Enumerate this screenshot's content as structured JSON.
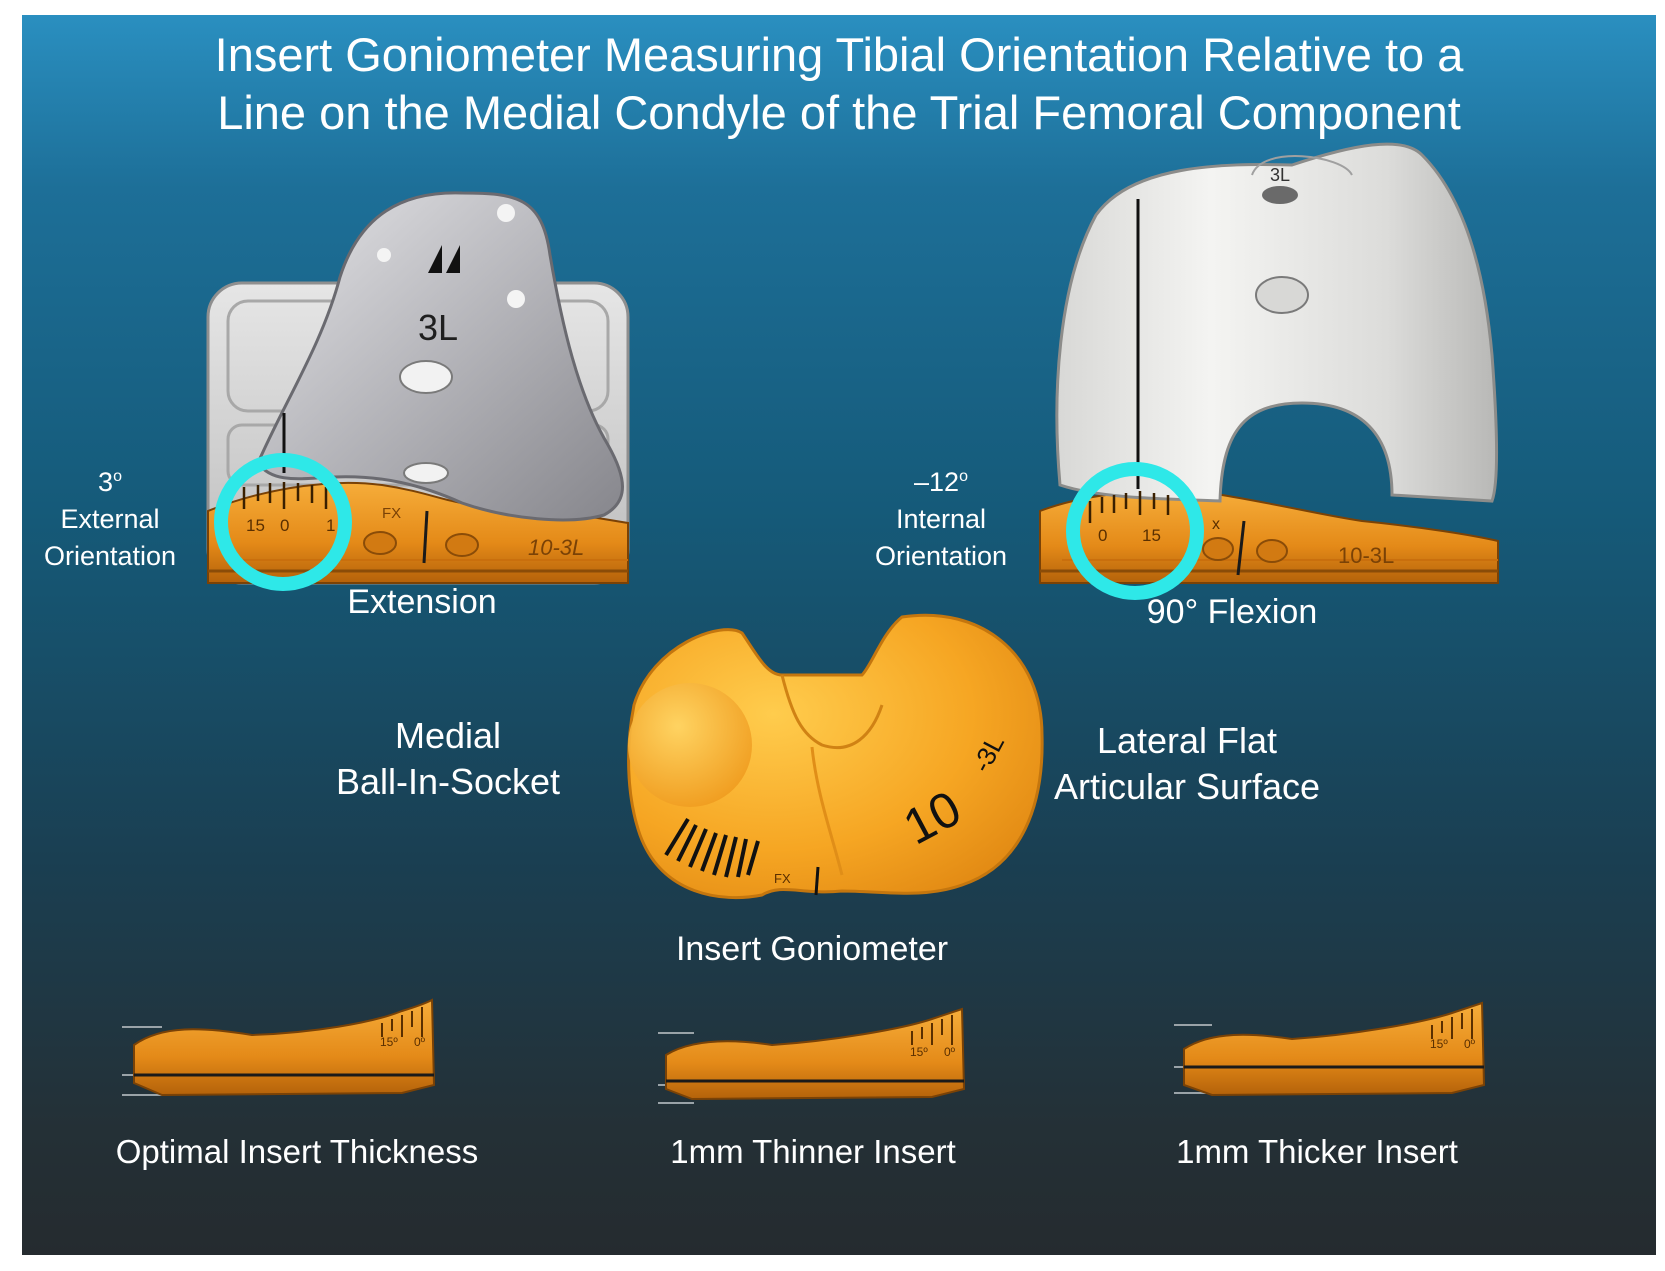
{
  "title": {
    "line1": "Insert Goniometer Measuring Tibial Orientation Relative to a",
    "line2": "Line on the Medial Condyle of the Trial Femoral Component"
  },
  "left_view": {
    "orientation_value": "3",
    "orientation_degree_symbol": "o",
    "orientation_line1": "External",
    "orientation_line2": "Orientation",
    "caption": "Extension",
    "component_marking": "3L",
    "insert_marking": "10-3L",
    "scale_marks": [
      "15",
      "0",
      "1"
    ],
    "fx_marking": "FX"
  },
  "right_view": {
    "orientation_value": "–12",
    "orientation_degree_symbol": "o",
    "orientation_line1": "Internal",
    "orientation_line2": "Orientation",
    "caption": "90° Flexion",
    "component_marking": "3L",
    "insert_marking": "10-3L",
    "scale_marks": [
      "0",
      "15"
    ],
    "fx_marking": "x"
  },
  "center": {
    "medial_line1": "Medial",
    "medial_line2": "Ball-In-Socket",
    "lateral_line1": "Lateral Flat",
    "lateral_line2": "Articular Surface",
    "caption": "Insert Goniometer",
    "insert_number": "10",
    "insert_suffix": "-3L",
    "fx_marking": "FX"
  },
  "bottom": {
    "scale_label_15": "15º",
    "scale_label_0": "0º",
    "items": [
      {
        "caption": "Optimal Insert Thickness"
      },
      {
        "caption": "1mm Thinner Insert"
      },
      {
        "caption": "1mm Thicker Insert"
      }
    ]
  },
  "colors": {
    "highlight_ring": "#2ee8e8",
    "insert_orange": "#f09a22",
    "component_gray": "#b9b9bd",
    "background_top": "#2a8fc0",
    "background_bottom": "#252b2f"
  }
}
